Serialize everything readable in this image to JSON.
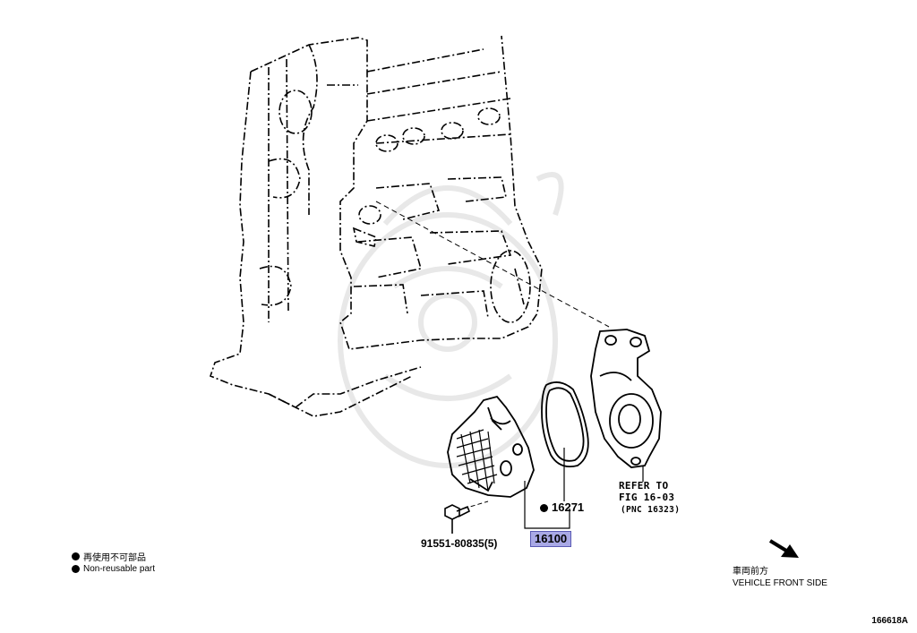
{
  "callouts": {
    "water_pump": "16100",
    "gasket": "16271",
    "bolt": "91551-80835(5)",
    "refer_line1": "REFER TO",
    "refer_line2": "FIG 16-03",
    "refer_line3": "(PNC 16323)"
  },
  "legend": {
    "non_reusable_jp": "再使用不可部品",
    "non_reusable_en": "Non-reusable part"
  },
  "direction": {
    "jp": "車両前方",
    "en": "VEHICLE FRONT SIDE"
  },
  "illustration_id": "166618A",
  "colors": {
    "highlight": "#a9a9e6",
    "line": "#000000",
    "watermark": "#e6e6e6"
  }
}
